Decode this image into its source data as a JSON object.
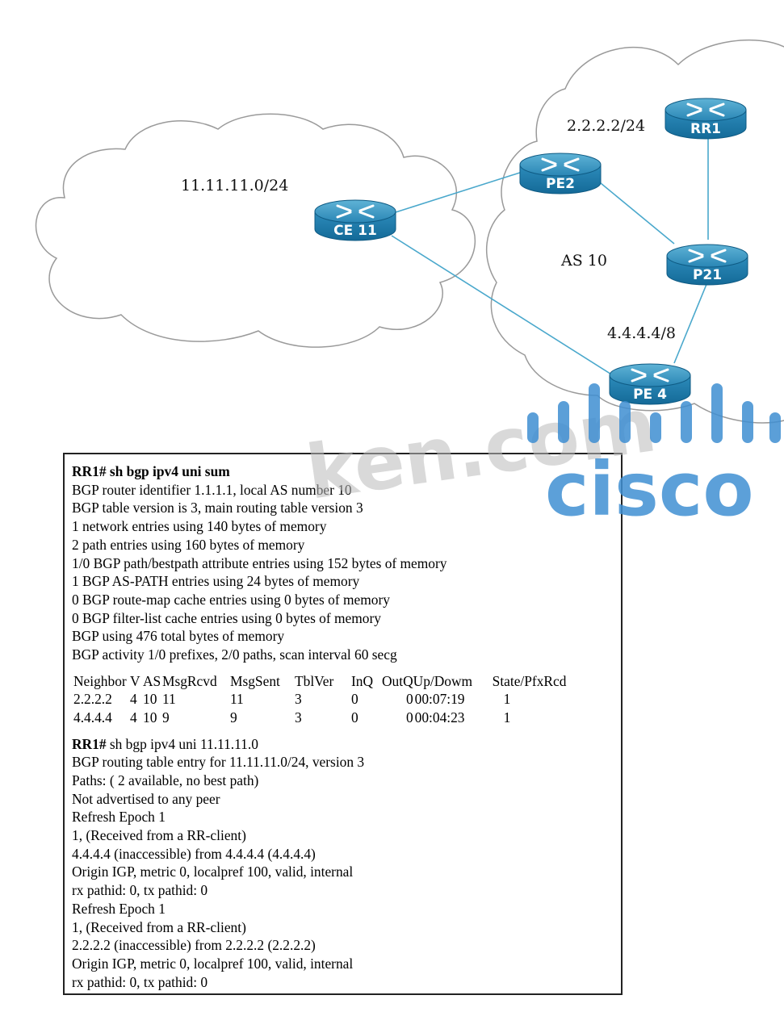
{
  "diagram": {
    "routers": {
      "ce11": "CE 11",
      "pe2": "PE2",
      "rr1": "RR1",
      "p21": "P21",
      "pe4": "PE 4"
    },
    "labels": {
      "customer_net": "11.11.11.0/24",
      "pe2_addr": "2.2.2.2/24",
      "as": "AS 10",
      "pe4_addr": "4.4.4.4/8"
    }
  },
  "watermark": {
    "site": "ken.com",
    "brand": "cisco"
  },
  "console": {
    "summary_cmd": "RR1# sh bgp ipv4 uni sum",
    "summary_lines": [
      "BGP router identifier 1.1.1.1, local AS number 10",
      "BGP table version is 3, main routing table version 3",
      "1 network entries using 140 bytes of memory",
      "2 path entries using 160 bytes of memory",
      "1/0 BGP path/bestpath attribute entries using 152 bytes of memory",
      "1 BGP AS-PATH entries using 24 bytes of memory",
      "0 BGP route-map cache entries using 0 bytes of memory",
      "0 BGP filter-list cache entries using 0 bytes of memory",
      "BGP using 476 total bytes of memory",
      "BGP activity 1/0 prefixes, 2/0 paths, scan interval 60 secg"
    ],
    "neighbor_headers": [
      "Neighbor",
      "V",
      "AS",
      "MsgRcvd",
      "MsgSent",
      "TblVer",
      "InQ",
      "OutQ",
      "Up/Dowm",
      "State/PfxRcd"
    ],
    "neighbors": [
      [
        "2.2.2.2",
        "4",
        "10",
        "11",
        "11",
        "3",
        "0",
        "0",
        "00:07:19",
        "1"
      ],
      [
        "4.4.4.4",
        "4",
        "10",
        "9",
        "9",
        "3",
        "0",
        "0",
        "00:04:23",
        "1"
      ]
    ],
    "detail_cmd_prefix": "RR1#",
    "detail_cmd_rest": " sh bgp ipv4 uni 11.11.11.0",
    "detail_lines": [
      "BGP routing table entry for 11.11.11.0/24, version 3",
      "Paths: ( 2 available, no best path)",
      "Not advertised to any peer",
      "Refresh Epoch 1",
      "1, (Received from a RR-client)",
      "4.4.4.4 (inaccessible) from 4.4.4.4 (4.4.4.4)",
      "Origin IGP, metric 0, localpref 100, valid, internal",
      "rx pathid: 0, tx pathid: 0",
      "Refresh Epoch 1",
      "1, (Received from a RR-client)",
      "2.2.2.2 (inaccessible) from 2.2.2.2 (2.2.2.2)",
      "Origin IGP, metric 0, localpref 100, valid, internal",
      "rx pathid: 0, tx pathid: 0"
    ]
  }
}
